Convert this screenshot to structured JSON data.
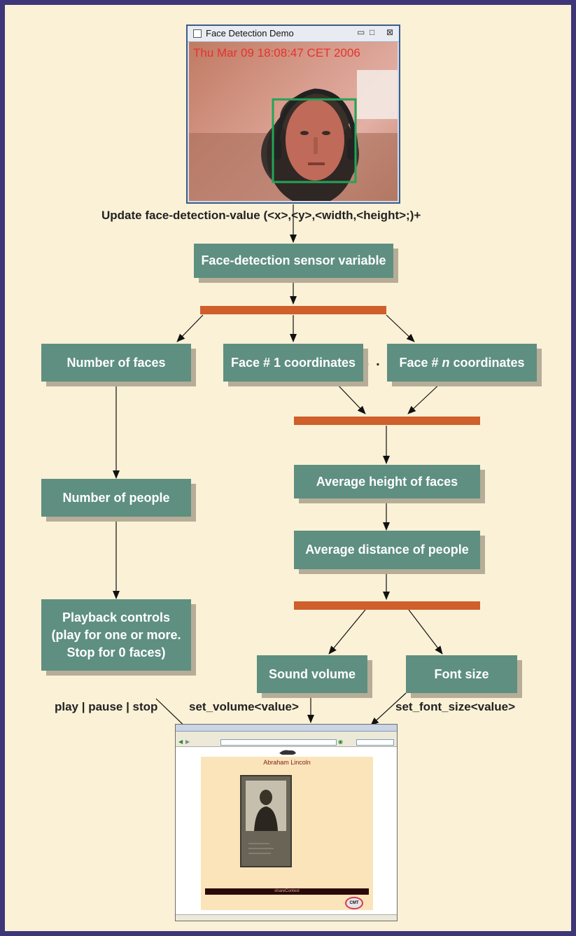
{
  "colors": {
    "frame": "#3d3779",
    "background": "#fbf1d6",
    "box": "#5e8f80",
    "bar": "#cf5f2b",
    "box_shadow": "#b5ad98"
  },
  "webcam": {
    "window_title": "Face Detection Demo",
    "timestamp": "Thu Mar 09 18:08:47 CET 2006",
    "icons": [
      "window-icon",
      "minimize-icon",
      "maximize-icon",
      "close-icon"
    ]
  },
  "labels": {
    "update": "Update face-detection-value (<x>,<y>,<width,<height>;)+",
    "ellipsis": ". . .",
    "playback_cmd": "play | pause | stop",
    "volume_cmd": "set_volume<value>",
    "font_cmd": "set_font_size<value>"
  },
  "boxes": {
    "sensor": "Face-detection sensor variable",
    "num_faces": "Number of faces",
    "face1_pre": "Face # 1 coordinates",
    "facen_pre": "Face # ",
    "facen_n": "n",
    "facen_post": " coordinates",
    "num_people": "Number of people",
    "avg_height": "Average height of faces",
    "avg_distance": "Average distance of people",
    "playback_line1": "Playback controls",
    "playback_line2": "(play for one or more.",
    "playback_line3": "Stop for 0 faces)",
    "sound": "Sound volume",
    "font": "Font size"
  },
  "browser": {
    "heading": "Abraham Lincoln",
    "share_bar": "shareContext",
    "logo": "CMT"
  }
}
